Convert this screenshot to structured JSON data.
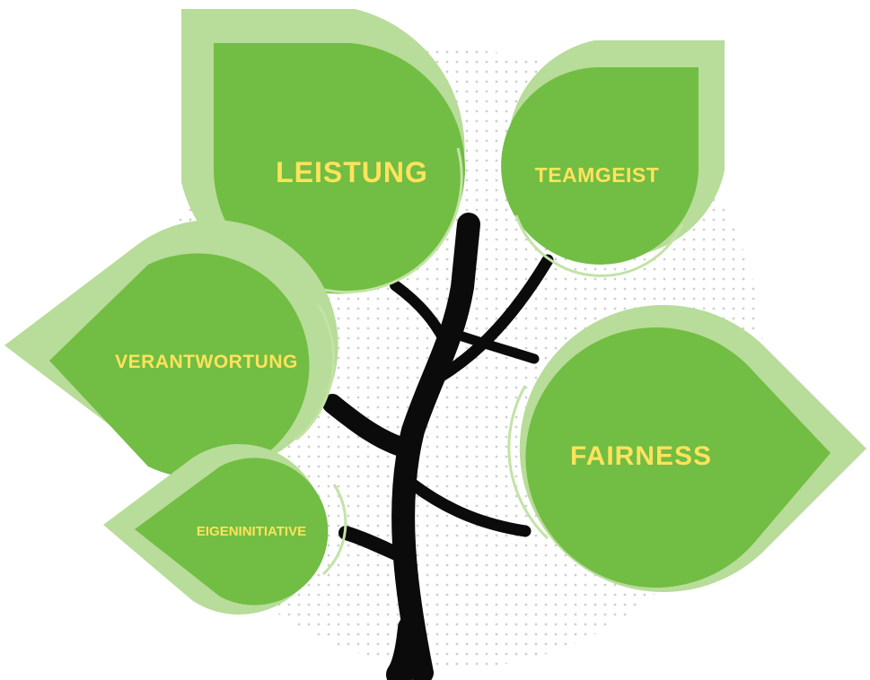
{
  "colors": {
    "leaf_outer": "#b8dc99",
    "leaf_inner": "#72bd43",
    "leaf_highlight": "#c3e3a6",
    "label": "#ffe35c",
    "trunk": "#0b0b0b",
    "dots": "#cfcfcf"
  },
  "leaves": {
    "leistung": {
      "label": "LEISTUNG"
    },
    "teamgeist": {
      "label": "TEAMGEIST"
    },
    "verantwortung": {
      "label": "VERANTWORTUNG"
    },
    "eigeninitiative": {
      "label": "EIGENINITIATIVE"
    },
    "fairness": {
      "label": "FAIRNESS"
    }
  }
}
